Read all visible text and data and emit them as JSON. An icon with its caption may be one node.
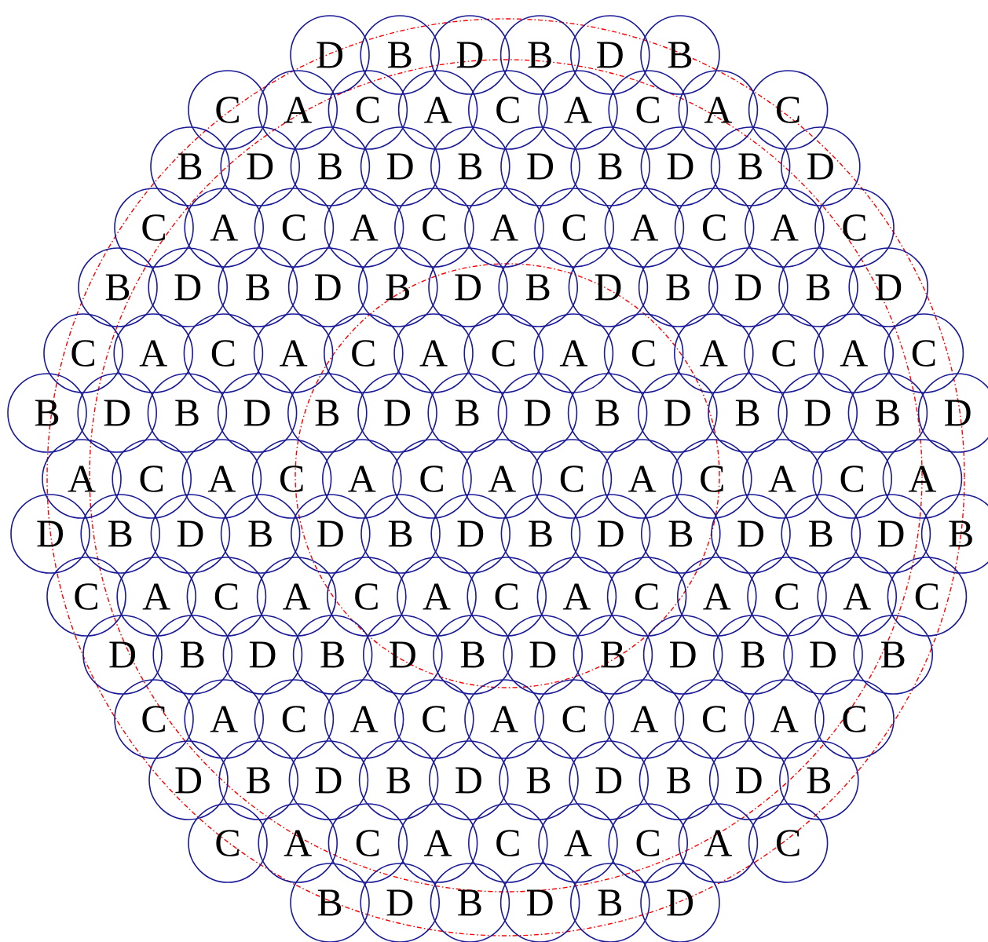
{
  "diagram": {
    "nodes": [
      {
        "text": [
          "D"
        ]
      },
      {
        "text": [
          "B"
        ]
      },
      {
        "text": [
          "D"
        ]
      },
      {
        "text": [
          "B"
        ]
      },
      {
        "text": [
          "D"
        ]
      },
      {
        "text": [
          "B"
        ]
      },
      {
        "text": [
          "C"
        ]
      },
      {
        "text": [
          "A"
        ]
      },
      {
        "text": [
          "C"
        ]
      },
      {
        "text": [
          "A"
        ]
      },
      {
        "text": [
          "C"
        ]
      },
      {
        "text": [
          "A"
        ]
      },
      {
        "text": [
          "C"
        ]
      },
      {
        "text": [
          "A"
        ]
      },
      {
        "text": [
          "C"
        ]
      },
      {
        "text": [
          "B"
        ]
      },
      {
        "text": [
          "D"
        ]
      },
      {
        "text": [
          "B"
        ]
      },
      {
        "text": [
          "D"
        ]
      },
      {
        "text": [
          "B"
        ]
      },
      {
        "text": [
          "D"
        ]
      },
      {
        "text": [
          "B"
        ]
      },
      {
        "text": [
          "D"
        ]
      },
      {
        "text": [
          "B"
        ]
      },
      {
        "text": [
          "D"
        ]
      },
      {
        "text": [
          "C"
        ]
      },
      {
        "text": [
          "A"
        ]
      },
      {
        "text": [
          "C"
        ]
      },
      {
        "text": [
          "A"
        ]
      },
      {
        "text": [
          "C"
        ]
      },
      {
        "text": [
          "A"
        ]
      },
      {
        "text": [
          "C"
        ]
      },
      {
        "text": [
          "A"
        ]
      },
      {
        "text": [
          "C"
        ]
      },
      {
        "text": [
          "A"
        ]
      },
      {
        "text": [
          "C"
        ]
      },
      {
        "text": [
          "B"
        ]
      },
      {
        "text": [
          "D"
        ]
      },
      {
        "text": [
          "B"
        ]
      },
      {
        "text": [
          "D"
        ]
      },
      {
        "text": [
          "B"
        ]
      },
      {
        "text": [
          "D"
        ]
      },
      {
        "text": [
          "B"
        ]
      },
      {
        "text": [
          "D"
        ]
      },
      {
        "text": [
          "B"
        ]
      },
      {
        "text": [
          "D"
        ]
      },
      {
        "text": [
          "B"
        ]
      },
      {
        "text": [
          "D"
        ]
      },
      {
        "text": [
          "C"
        ]
      },
      {
        "text": [
          "A"
        ]
      },
      {
        "text": [
          "C"
        ]
      },
      {
        "text": [
          "A"
        ]
      },
      {
        "text": [
          "C"
        ]
      },
      {
        "text": [
          "A"
        ]
      },
      {
        "text": [
          "C"
        ]
      },
      {
        "text": [
          "A"
        ]
      },
      {
        "text": [
          "C"
        ]
      },
      {
        "text": [
          "A"
        ]
      },
      {
        "text": [
          "C"
        ]
      },
      {
        "text": [
          "A"
        ]
      },
      {
        "text": [
          "C"
        ]
      },
      {
        "text": [
          "B"
        ]
      },
      {
        "text": [
          "D"
        ]
      },
      {
        "text": [
          "B"
        ]
      },
      {
        "text": [
          "D"
        ]
      },
      {
        "text": [
          "B"
        ]
      },
      {
        "text": [
          "D"
        ]
      },
      {
        "text": [
          "B"
        ]
      },
      {
        "text": [
          "D"
        ]
      },
      {
        "text": [
          "B"
        ]
      },
      {
        "text": [
          "D"
        ]
      },
      {
        "text": [
          "B"
        ]
      },
      {
        "text": [
          "D"
        ]
      },
      {
        "text": [
          "B"
        ]
      },
      {
        "text": [
          "D"
        ]
      },
      {
        "text": [
          "A"
        ]
      },
      {
        "text": [
          "C"
        ]
      },
      {
        "text": [
          "A"
        ]
      },
      {
        "text": [
          "C"
        ]
      },
      {
        "text": [
          "A"
        ]
      },
      {
        "text": [
          "C"
        ]
      },
      {
        "text": [
          "A"
        ]
      },
      {
        "text": [
          "C"
        ]
      },
      {
        "text": [
          "A"
        ]
      },
      {
        "text": [
          "C"
        ]
      },
      {
        "text": [
          "A"
        ]
      },
      {
        "text": [
          "C"
        ]
      },
      {
        "text": [
          "A"
        ]
      },
      {
        "text": [
          "D"
        ]
      },
      {
        "text": [
          "B"
        ]
      },
      {
        "text": [
          "D"
        ]
      },
      {
        "text": [
          "B"
        ]
      },
      {
        "text": [
          "D"
        ]
      },
      {
        "text": [
          "B"
        ]
      },
      {
        "text": [
          "D"
        ]
      },
      {
        "text": [
          "B"
        ]
      },
      {
        "text": [
          "D"
        ]
      },
      {
        "text": [
          "B"
        ]
      },
      {
        "text": [
          "D"
        ]
      },
      {
        "text": [
          "B"
        ]
      },
      {
        "text": [
          "D"
        ]
      },
      {
        "text": [
          "B"
        ]
      },
      {
        "text": [
          "C"
        ]
      },
      {
        "text": [
          "A"
        ]
      },
      {
        "text": [
          "C"
        ]
      },
      {
        "text": [
          "A"
        ]
      },
      {
        "text": [
          "C"
        ]
      },
      {
        "text": [
          "A"
        ]
      },
      {
        "text": [
          "C"
        ]
      },
      {
        "text": [
          "A"
        ]
      },
      {
        "text": [
          "C"
        ]
      },
      {
        "text": [
          "A"
        ]
      },
      {
        "text": [
          "C"
        ]
      },
      {
        "text": [
          "A"
        ]
      },
      {
        "text": [
          "C"
        ]
      },
      {
        "text": [
          "D"
        ]
      },
      {
        "text": [
          "B"
        ]
      },
      {
        "text": [
          "D"
        ]
      },
      {
        "text": [
          "B"
        ]
      },
      {
        "text": [
          "D"
        ]
      },
      {
        "text": [
          "B"
        ]
      },
      {
        "text": [
          "D"
        ]
      },
      {
        "text": [
          "B"
        ]
      },
      {
        "text": [
          "D"
        ]
      },
      {
        "text": [
          "B"
        ]
      },
      {
        "text": [
          "D"
        ]
      },
      {
        "text": [
          "B"
        ]
      },
      {
        "text": [
          "C"
        ]
      },
      {
        "text": [
          "A"
        ]
      },
      {
        "text": [
          "C"
        ]
      },
      {
        "text": [
          "A"
        ]
      },
      {
        "text": [
          "C"
        ]
      },
      {
        "text": [
          "A"
        ]
      },
      {
        "text": [
          "C"
        ]
      },
      {
        "text": [
          "A"
        ]
      },
      {
        "text": [
          "C"
        ]
      },
      {
        "text": [
          "A"
        ]
      },
      {
        "text": [
          "C"
        ]
      },
      {
        "text": [
          "D"
        ]
      },
      {
        "text": [
          "B"
        ]
      },
      {
        "text": [
          "D"
        ]
      },
      {
        "text": [
          "B"
        ]
      },
      {
        "text": [
          "D"
        ]
      },
      {
        "text": [
          "B"
        ]
      },
      {
        "text": [
          "D"
        ]
      },
      {
        "text": [
          "B"
        ]
      },
      {
        "text": [
          "D"
        ]
      },
      {
        "text": [
          "B"
        ]
      },
      {
        "text": [
          "C"
        ]
      },
      {
        "text": [
          "A"
        ]
      },
      {
        "text": [
          "C"
        ]
      },
      {
        "text": [
          "A"
        ]
      },
      {
        "text": [
          "C"
        ]
      },
      {
        "text": [
          "A"
        ]
      },
      {
        "text": [
          "C"
        ]
      },
      {
        "text": [
          "A"
        ]
      },
      {
        "text": [
          "C"
        ]
      },
      {
        "text": [
          "B"
        ]
      },
      {
        "text": [
          "D"
        ]
      },
      {
        "text": [
          "B"
        ]
      },
      {
        "text": [
          "D"
        ]
      },
      {
        "text": [
          "B"
        ]
      },
      {
        "text": [
          "D"
        ]
      }
    ]
  }
}
